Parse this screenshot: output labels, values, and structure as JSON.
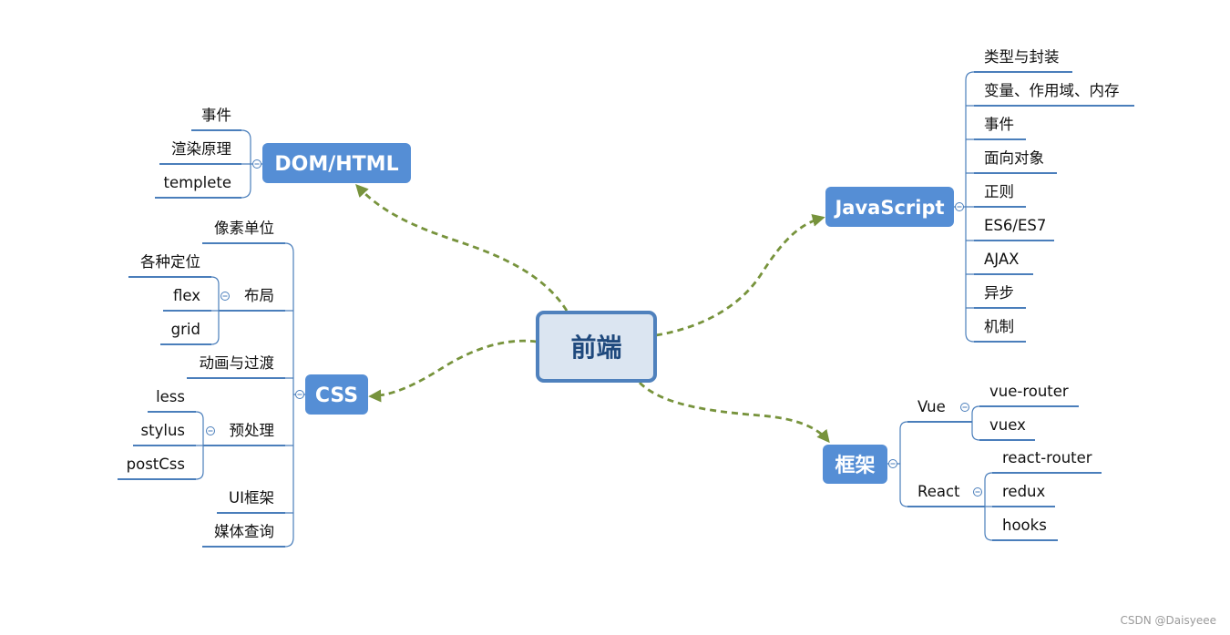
{
  "root": {
    "label": "前端"
  },
  "dom_html": {
    "label": "DOM/HTML",
    "children": [
      "事件",
      "渲染原理",
      "templete"
    ]
  },
  "css": {
    "label": "CSS",
    "children": [
      {
        "label": "像素单位"
      },
      {
        "label": "布局",
        "children": [
          "各种定位",
          "flex",
          "grid"
        ]
      },
      {
        "label": "动画与过渡"
      },
      {
        "label": "预处理",
        "children": [
          "less",
          "stylus",
          "postCss"
        ]
      },
      {
        "label": "UI框架"
      },
      {
        "label": "媒体查询"
      }
    ]
  },
  "javascript": {
    "label": "JavaScript",
    "children": [
      "类型与封装",
      "变量、作用域、内存",
      "事件",
      "面向对象",
      "正则",
      "ES6/ES7",
      "AJAX",
      "异步",
      "机制"
    ]
  },
  "framework": {
    "label": "框架",
    "children": [
      {
        "label": "Vue",
        "children": [
          "vue-router",
          "vuex"
        ]
      },
      {
        "label": "React",
        "children": [
          "react-router",
          "redux",
          "hooks"
        ]
      }
    ]
  },
  "watermark": "CSDN @Daisyeee",
  "icons": {
    "collapse_toggle": "collapse-toggle-icon"
  },
  "colors": {
    "branch_fill": "#558ed5",
    "root_fill": "#dbe5f1",
    "root_stroke": "#4f81bd",
    "root_text": "#1f497d",
    "connector_arrow": "#77933c",
    "branch_line": "#4a7ebb"
  }
}
